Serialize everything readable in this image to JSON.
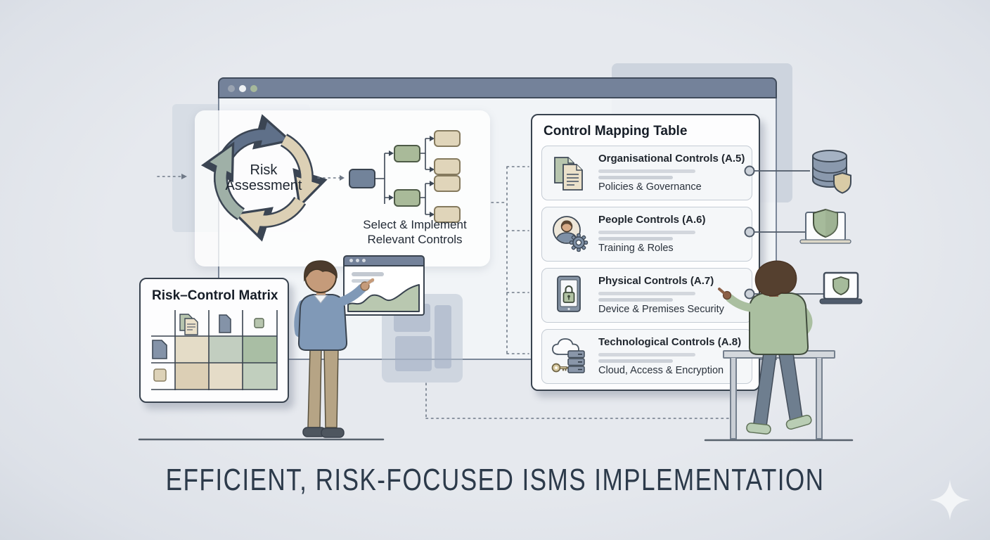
{
  "headline": "EFFICIENT, RISK-FOCUSED ISMS IMPLEMENTATION",
  "risk_cycle": {
    "label": "Risk Assessment"
  },
  "flow_tree": {
    "caption": "Select & Implement Relevant Controls"
  },
  "control_mapping_table": {
    "title": "Control Mapping Table",
    "items": [
      {
        "icon": "documents-icon",
        "title": "Organisational Controls (A.5)",
        "subtitle": "Policies & Governance"
      },
      {
        "icon": "person-gear-icon",
        "title": "People Controls (A.6)",
        "subtitle": "Training & Roles"
      },
      {
        "icon": "tablet-lock-icon",
        "title": "Physical Controls (A.7)",
        "subtitle": "Device & Premises Security"
      },
      {
        "icon": "cloud-server-key-icon",
        "title": "Technological Controls (A.8)",
        "subtitle": "Cloud, Access & Encryption"
      }
    ]
  },
  "risk_control_matrix": {
    "title": "Risk–Control Matrix",
    "column_header_icons": [
      "documents-icon",
      "document-icon",
      "small-green-square-icon"
    ],
    "row_header_icons": [
      "document-icon",
      "tan-square-icon"
    ],
    "cell_colors": [
      [
        "#e4dcc7",
        "#c2cec0",
        "#a9bea4"
      ],
      [
        "#dccfb5",
        "#e5dcc8",
        "#c1cfbe"
      ]
    ]
  },
  "connected_icons": [
    "database-shield-icon",
    "laptop-shield-icon",
    "laptop-shield-screen-icon"
  ],
  "colors": {
    "background": "#e3e6eb",
    "browser_bar": "#74829a",
    "accent_slate": "#72839a",
    "accent_green": "#a9ba99",
    "accent_tan": "#e0d5ba",
    "outline": "#39434f"
  }
}
